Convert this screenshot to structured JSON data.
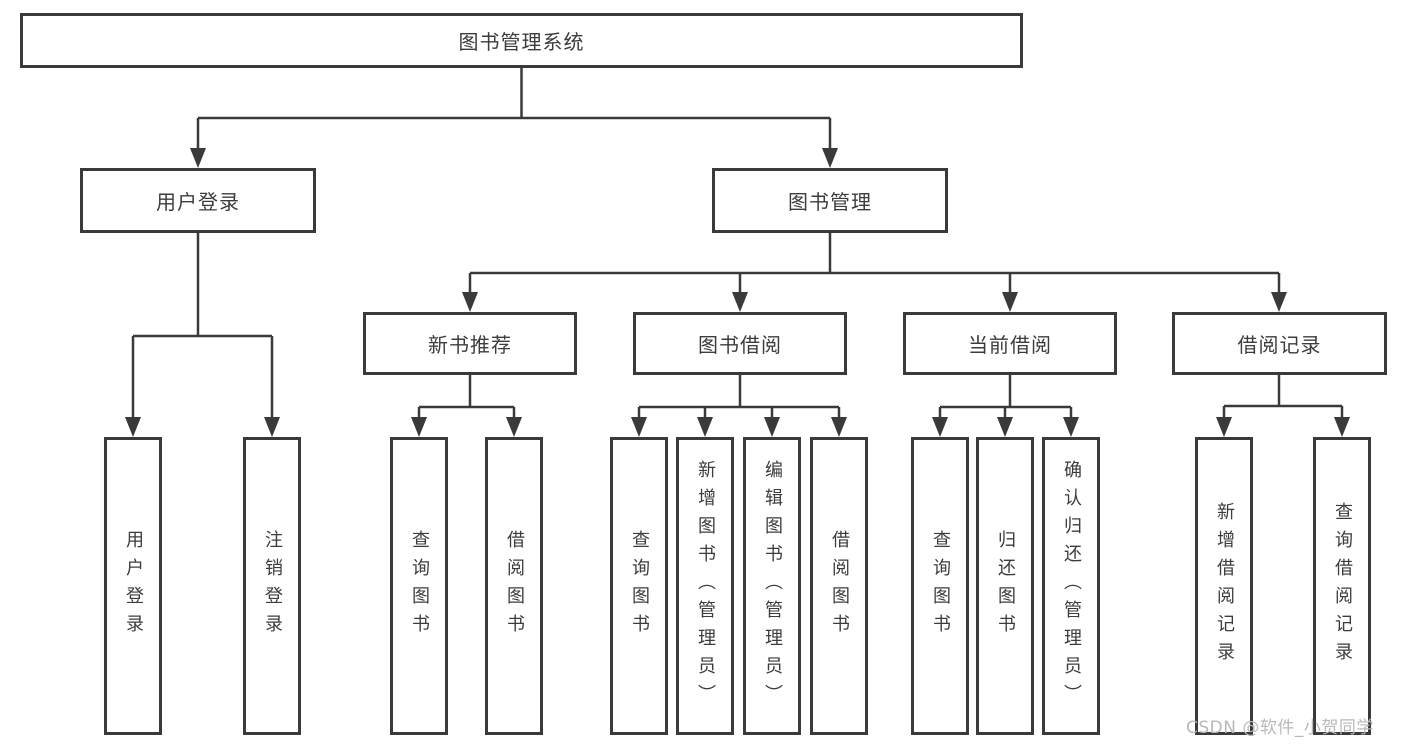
{
  "colors": {
    "background": "#ffffff",
    "line": "#3a3a3a",
    "box_border": "#3a3a3a",
    "text": "#3c3c3c",
    "watermark": "#b9b9b9"
  },
  "watermark": {
    "text": "CSDN @软件_小贺同学"
  },
  "tree": {
    "root": {
      "label": "图书管理系统"
    },
    "branches": [
      {
        "label": "用户登录",
        "leaves": [
          {
            "label": "用户登录"
          },
          {
            "label": "注销登录"
          }
        ]
      },
      {
        "label": "图书管理",
        "groups": [
          {
            "label": "新书推荐",
            "leaves": [
              {
                "label": "查询图书"
              },
              {
                "label": "借阅图书"
              }
            ]
          },
          {
            "label": "图书借阅",
            "leaves": [
              {
                "label": "查询图书"
              },
              {
                "label": "新增图书（管理员）"
              },
              {
                "label": "编辑图书（管理员）"
              },
              {
                "label": "借阅图书"
              }
            ]
          },
          {
            "label": "当前借阅",
            "leaves": [
              {
                "label": "查询图书"
              },
              {
                "label": "归还图书"
              },
              {
                "label": "确认归还（管理员）"
              }
            ]
          },
          {
            "label": "借阅记录",
            "leaves": [
              {
                "label": "新增借阅记录"
              },
              {
                "label": "查询借阅记录"
              }
            ]
          }
        ]
      }
    ]
  }
}
